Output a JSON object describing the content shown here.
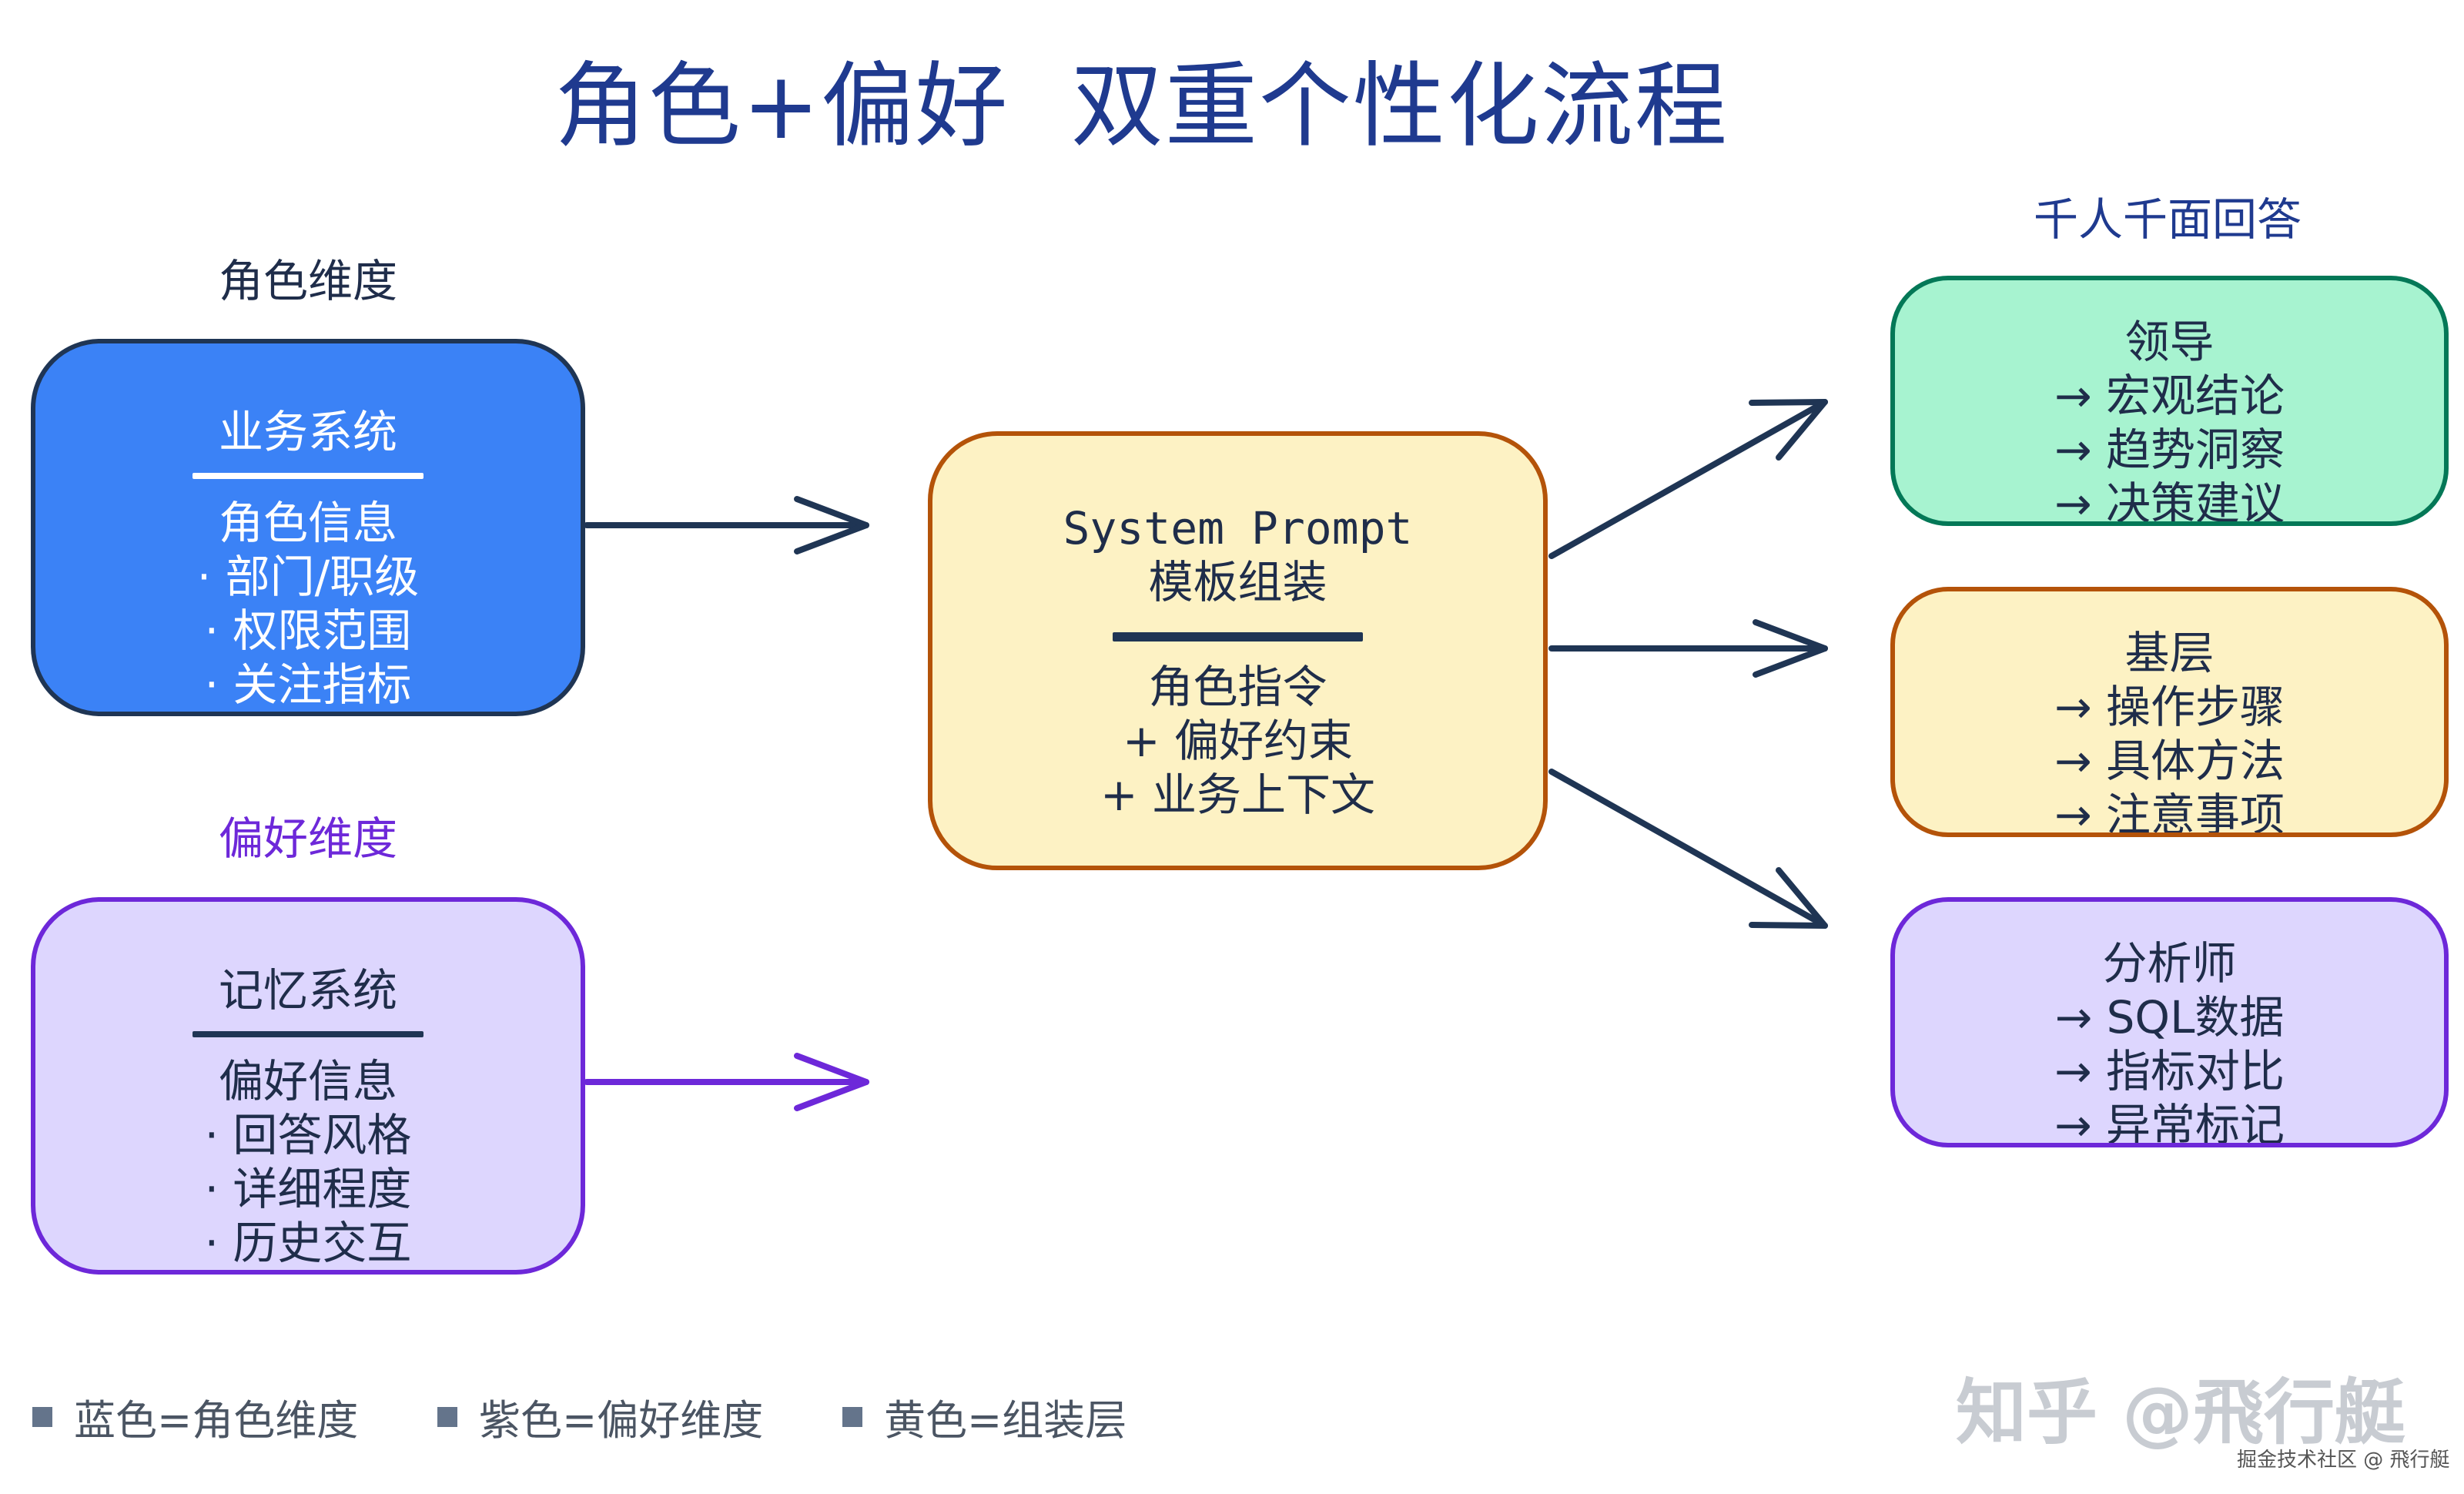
{
  "title": "角色+偏好  双重个性化流程",
  "role_dimension": {
    "label": "角色维度",
    "box_title": "业务系统",
    "lines": [
      "角色信息",
      "· 部门/职级",
      "· 权限范围",
      "· 关注指标"
    ]
  },
  "preference_dimension": {
    "label": "偏好维度",
    "box_title": "记忆系统",
    "lines": [
      "偏好信息",
      "· 回答风格",
      "· 详细程度",
      "· 历史交互"
    ]
  },
  "center": {
    "title_line1": "System Prompt",
    "title_line2": "模板组装",
    "lines": [
      "角色指令",
      "+ 偏好约束",
      "+ 业务上下文"
    ]
  },
  "outputs": {
    "label": "千人千面回答",
    "boxes": [
      {
        "title": "领导",
        "items": [
          "→ 宏观结论",
          "→ 趋势洞察",
          "→ 决策建议"
        ]
      },
      {
        "title": "基层",
        "items": [
          "→ 操作步骤",
          "→ 具体方法",
          "→ 注意事项"
        ]
      },
      {
        "title": "分析师",
        "items": [
          "→ SQL数据",
          "→ 指标对比",
          "→ 异常标记"
        ]
      }
    ]
  },
  "legend": [
    "蓝色=角色维度",
    "紫色=偏好维度",
    "黄色=组装层"
  ],
  "watermark": {
    "main": "知乎 @飛行艇",
    "sub": "掘金技术社区 @ 飛行艇"
  },
  "colors": {
    "blue": "#3b82f6",
    "purple_border": "#6d28d9",
    "yellow": "#fdf2c4",
    "green": "#a7f3d0",
    "arrow": "#1f3554"
  }
}
